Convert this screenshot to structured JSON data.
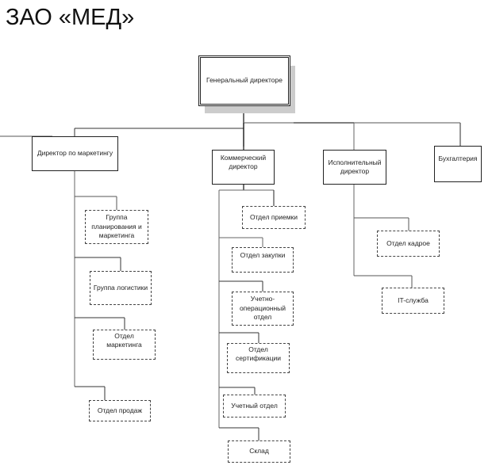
{
  "title": "ЗАО «МЕД»",
  "org_chart": {
    "root": {
      "label": "Генеральный директоре"
    },
    "level1": [
      {
        "label": "Директор по маркетингу"
      },
      {
        "label": "Коммерческий директор"
      },
      {
        "label": "Исполнительный директор"
      },
      {
        "label": "Бухгалтерия"
      }
    ],
    "marketing_units": [
      {
        "label": "Группа планирования и маркетинга"
      },
      {
        "label": "Группа логистики"
      },
      {
        "label": "Отдел маркетинга"
      },
      {
        "label": "Отдел продаж"
      }
    ],
    "commercial_units": [
      {
        "label": "Отдел приемки"
      },
      {
        "label": "Отдел закупки"
      },
      {
        "label": "Учетно-операционный отдел"
      },
      {
        "label": "Отдел сертификации"
      },
      {
        "label": "Учетный отдел"
      },
      {
        "label": "Склад"
      }
    ],
    "executive_units": [
      {
        "label": "Отдел кадрое"
      },
      {
        "label": "IT-служба"
      }
    ]
  }
}
